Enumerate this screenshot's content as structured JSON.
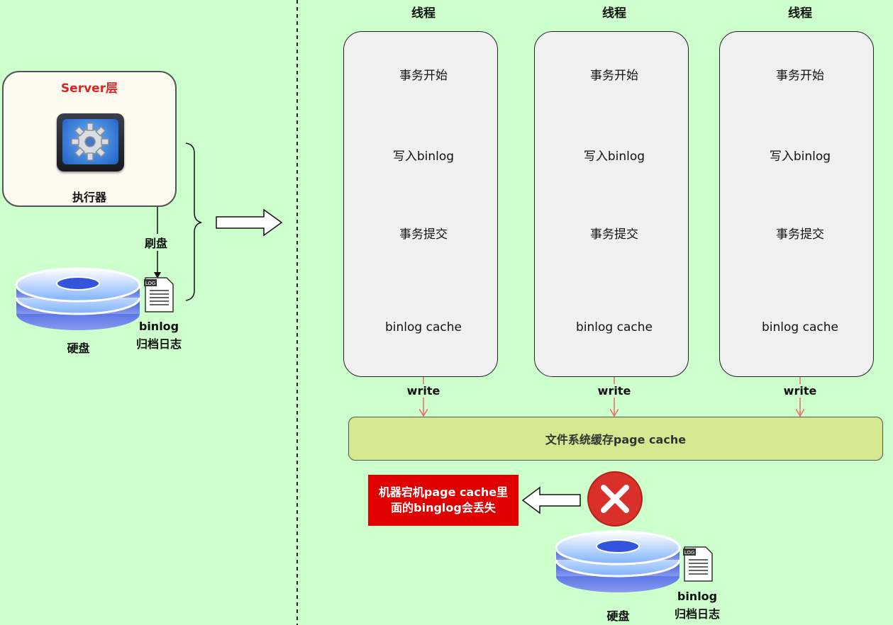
{
  "server": {
    "title": "Server层",
    "executor_label": "执行器",
    "flush_label": "刷盘",
    "disk_label": "硬盘",
    "binlog_label_line1": "binlog",
    "binlog_label_line2": "归档日志"
  },
  "threads": [
    {
      "title": "线程",
      "start": "事务开始",
      "write_binlog": "写入binlog",
      "commit": "事务提交",
      "cache": "binlog cache",
      "write": "write"
    },
    {
      "title": "线程",
      "start": "事务开始",
      "write_binlog": "写入binlog",
      "commit": "事务提交",
      "cache": "binlog cache",
      "write": "write"
    },
    {
      "title": "线程",
      "start": "事务开始",
      "write_binlog": "写入binlog",
      "commit": "事务提交",
      "cache": "binlog cache",
      "write": "write"
    }
  ],
  "page_cache": {
    "label": "文件系统缓存page cache"
  },
  "warning": {
    "line1": "机器宕机page cache里",
    "line2": "面的binglog会丢失"
  },
  "bottom_disk": {
    "disk_label": "硬盘",
    "binlog_label_line1": "binlog",
    "binlog_label_line2": "归档日志"
  },
  "colors": {
    "background": "#ccffcc",
    "ellipse_blue": "#dae8fc",
    "ellipse_orange": "#ffcc99",
    "cache_pink": "#ffcccc",
    "page_cache": "#d5e88f",
    "warning_red": "#e00000",
    "arrow_red": "#ea6b66",
    "arrow_orange": "#ff9933"
  }
}
